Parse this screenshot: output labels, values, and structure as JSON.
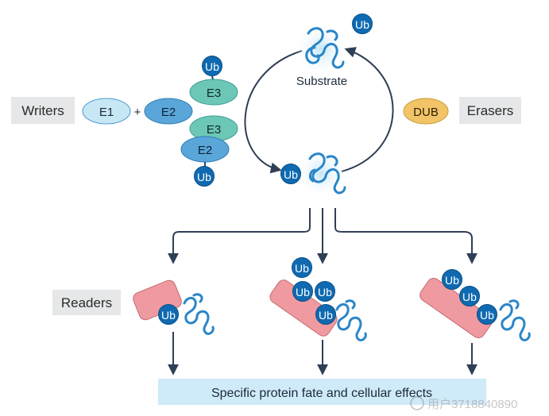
{
  "labels": {
    "writers": "Writers",
    "erasers": "Erasers",
    "readers": "Readers",
    "substrate": "Substrate",
    "dub": "DUB",
    "e1": "E1",
    "plus": "+",
    "e2_top": "E2",
    "e3_top": "E3",
    "e3_bottom": "E3",
    "e2_bottom": "E2",
    "ub": "Ub",
    "bottom_box": "Specific protein fate and cellular effects",
    "watermark": "用户3718840890"
  },
  "colors": {
    "label_box": "#e6e7e8",
    "e1_fill": "#c7e7f5",
    "e2_fill": "#5aa6d9",
    "e3_fill": "#6cc7b6",
    "ub_fill": "#0f6ab1",
    "dub_fill": "#f2c468",
    "reader_fill": "#ef9aa0",
    "protein_line": "#2a86c8",
    "arrow": "#2f3f56",
    "bottom_box": "#cfeaf8"
  }
}
